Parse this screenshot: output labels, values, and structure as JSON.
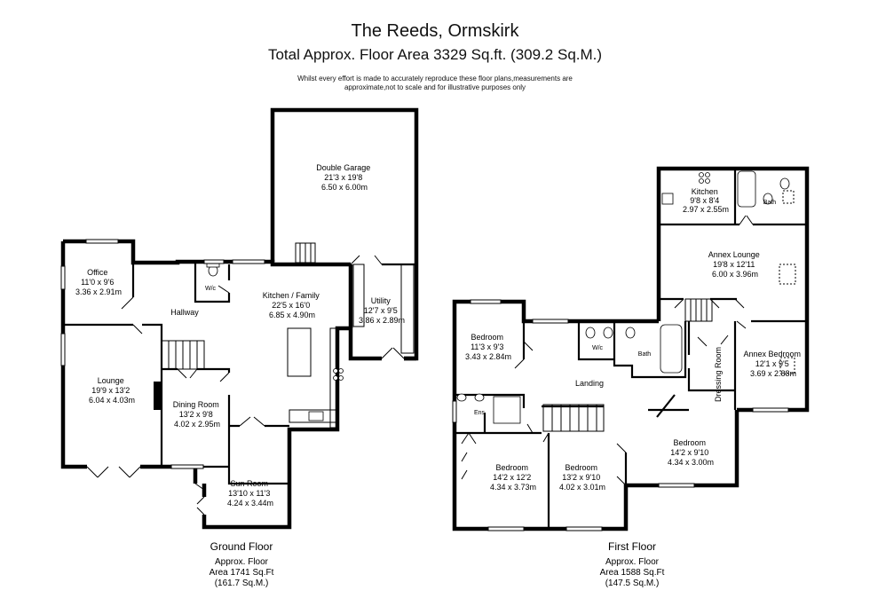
{
  "title": "The Reeds, Ormskirk",
  "subtitle": "Total Approx. Floor Area 3329 Sq.ft. (309.2 Sq.M.)",
  "disclaimer": {
    "line1": "Whilst every effort is made to accurately reproduce these floor plans,measurements are",
    "line2": "approximate,not to scale and for illustrative purposes only"
  },
  "ground_floor": {
    "label": "Ground Floor",
    "area_line1": "Approx. Floor",
    "area_line2": "Area 1741 Sq.Ft",
    "area_line3": "(161.7 Sq.M.)",
    "rooms": [
      {
        "name": "Double Garage",
        "imperial": "21'3 x 19'8",
        "metric": "6.50 x 6.00m"
      },
      {
        "name": "Office",
        "imperial": "11'0 x 9'6",
        "metric": "3.36 x 2.91m"
      },
      {
        "name": "W/c",
        "imperial": "",
        "metric": ""
      },
      {
        "name": "Hallway",
        "imperial": "",
        "metric": ""
      },
      {
        "name": "Kitchen / Family",
        "imperial": "22'5 x 16'0",
        "metric": "6.85 x 4.90m"
      },
      {
        "name": "Utility",
        "imperial": "12'7 x 9'5",
        "metric": "3.86 x 2.89m"
      },
      {
        "name": "Lounge",
        "imperial": "19'9 x 13'2",
        "metric": "6.04 x 4.03m"
      },
      {
        "name": "Dining Room",
        "imperial": "13'2 x 9'8",
        "metric": "4.02 x 2.95m"
      },
      {
        "name": "Sun Room",
        "imperial": "13'10 x 11'3",
        "metric": "4.24 x 3.44m"
      }
    ]
  },
  "first_floor": {
    "label": "First Floor",
    "area_line1": "Approx. Floor",
    "area_line2": "Area 1588 Sq.Ft",
    "area_line3": "(147.5 Sq.M.)",
    "rooms": [
      {
        "name": "Kitchen",
        "imperial": "9'8 x 8'4",
        "metric": "2.97 x 2.55m"
      },
      {
        "name": "Bath",
        "imperial": "",
        "metric": ""
      },
      {
        "name": "Annex Lounge",
        "imperial": "19'8 x 12'11",
        "metric": "6.00 x 3.96m"
      },
      {
        "name": "Bedroom",
        "imperial": "11'3 x 9'3",
        "metric": "3.43 x 2.84m"
      },
      {
        "name": "W/c",
        "imperial": "",
        "metric": ""
      },
      {
        "name": "Bath",
        "imperial": "",
        "metric": ""
      },
      {
        "name": "Landing",
        "imperial": "",
        "metric": ""
      },
      {
        "name": "Dressing Room",
        "imperial": "",
        "metric": ""
      },
      {
        "name": "Annex Bedroom",
        "imperial": "12'1 x 9'5",
        "metric": "3.69 x 2.88m"
      },
      {
        "name": "Ens",
        "imperial": "",
        "metric": ""
      },
      {
        "name": "Bedroom",
        "imperial": "14'2 x 12'2",
        "metric": "4.34 x 3.73m"
      },
      {
        "name": "Bedroom",
        "imperial": "13'2 x 9'10",
        "metric": "4.02 x 3.01m"
      },
      {
        "name": "Bedroom",
        "imperial": "14'2 x 9'10",
        "metric": "4.34 x 3.00m"
      }
    ]
  }
}
